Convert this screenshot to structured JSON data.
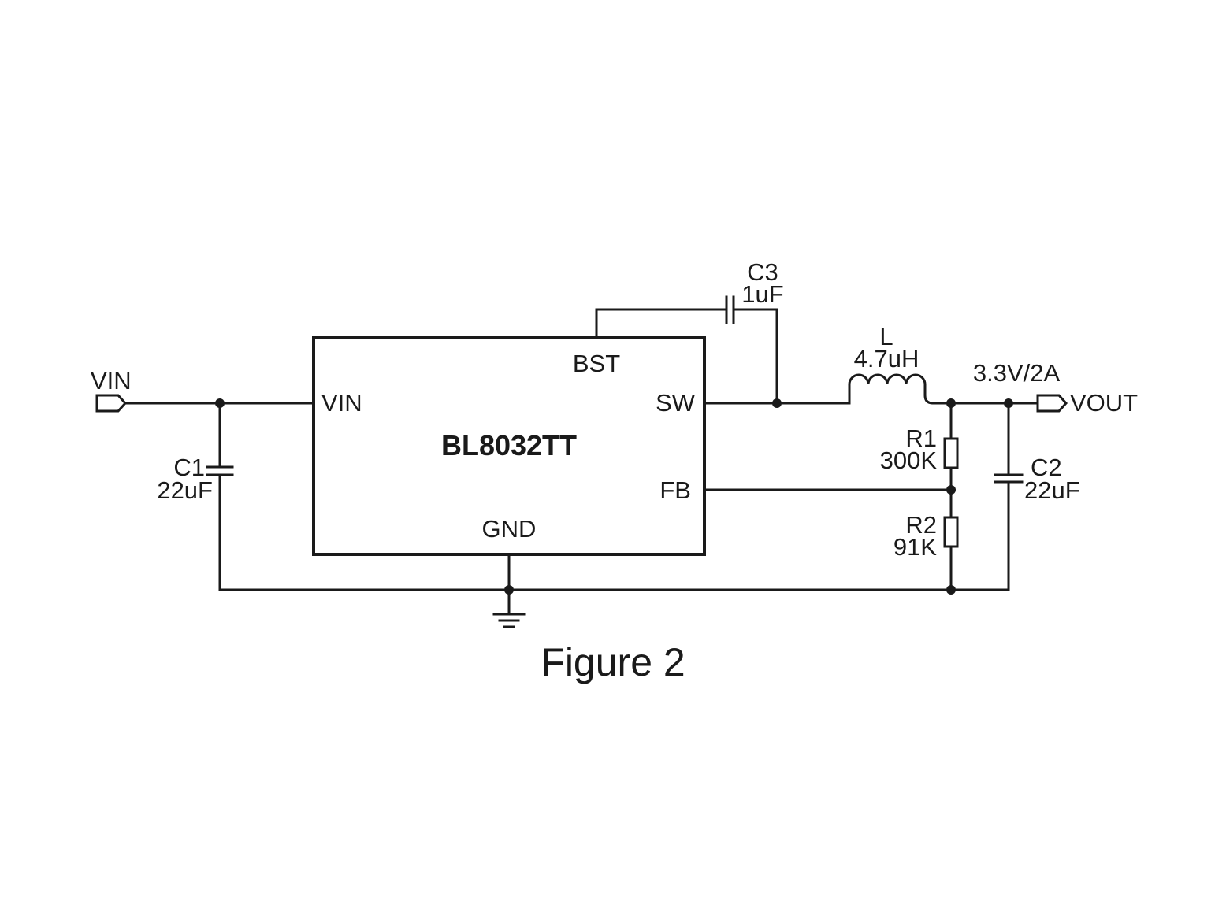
{
  "ic": {
    "part": "BL8032TT",
    "pins": {
      "vin": "VIN",
      "bst": "BST",
      "sw": "SW",
      "fb": "FB",
      "gnd": "GND"
    }
  },
  "ports": {
    "input": "VIN",
    "output": "VOUT",
    "output_rating": "3.3V/2A"
  },
  "components": {
    "c1": {
      "ref": "C1",
      "value": "22uF"
    },
    "c2": {
      "ref": "C2",
      "value": "22uF"
    },
    "c3": {
      "ref": "C3",
      "value": "1uF"
    },
    "l": {
      "ref": "L",
      "value": "4.7uH"
    },
    "r1": {
      "ref": "R1",
      "value": "300K"
    },
    "r2": {
      "ref": "R2",
      "value": "91K"
    }
  },
  "caption": "Figure 2"
}
